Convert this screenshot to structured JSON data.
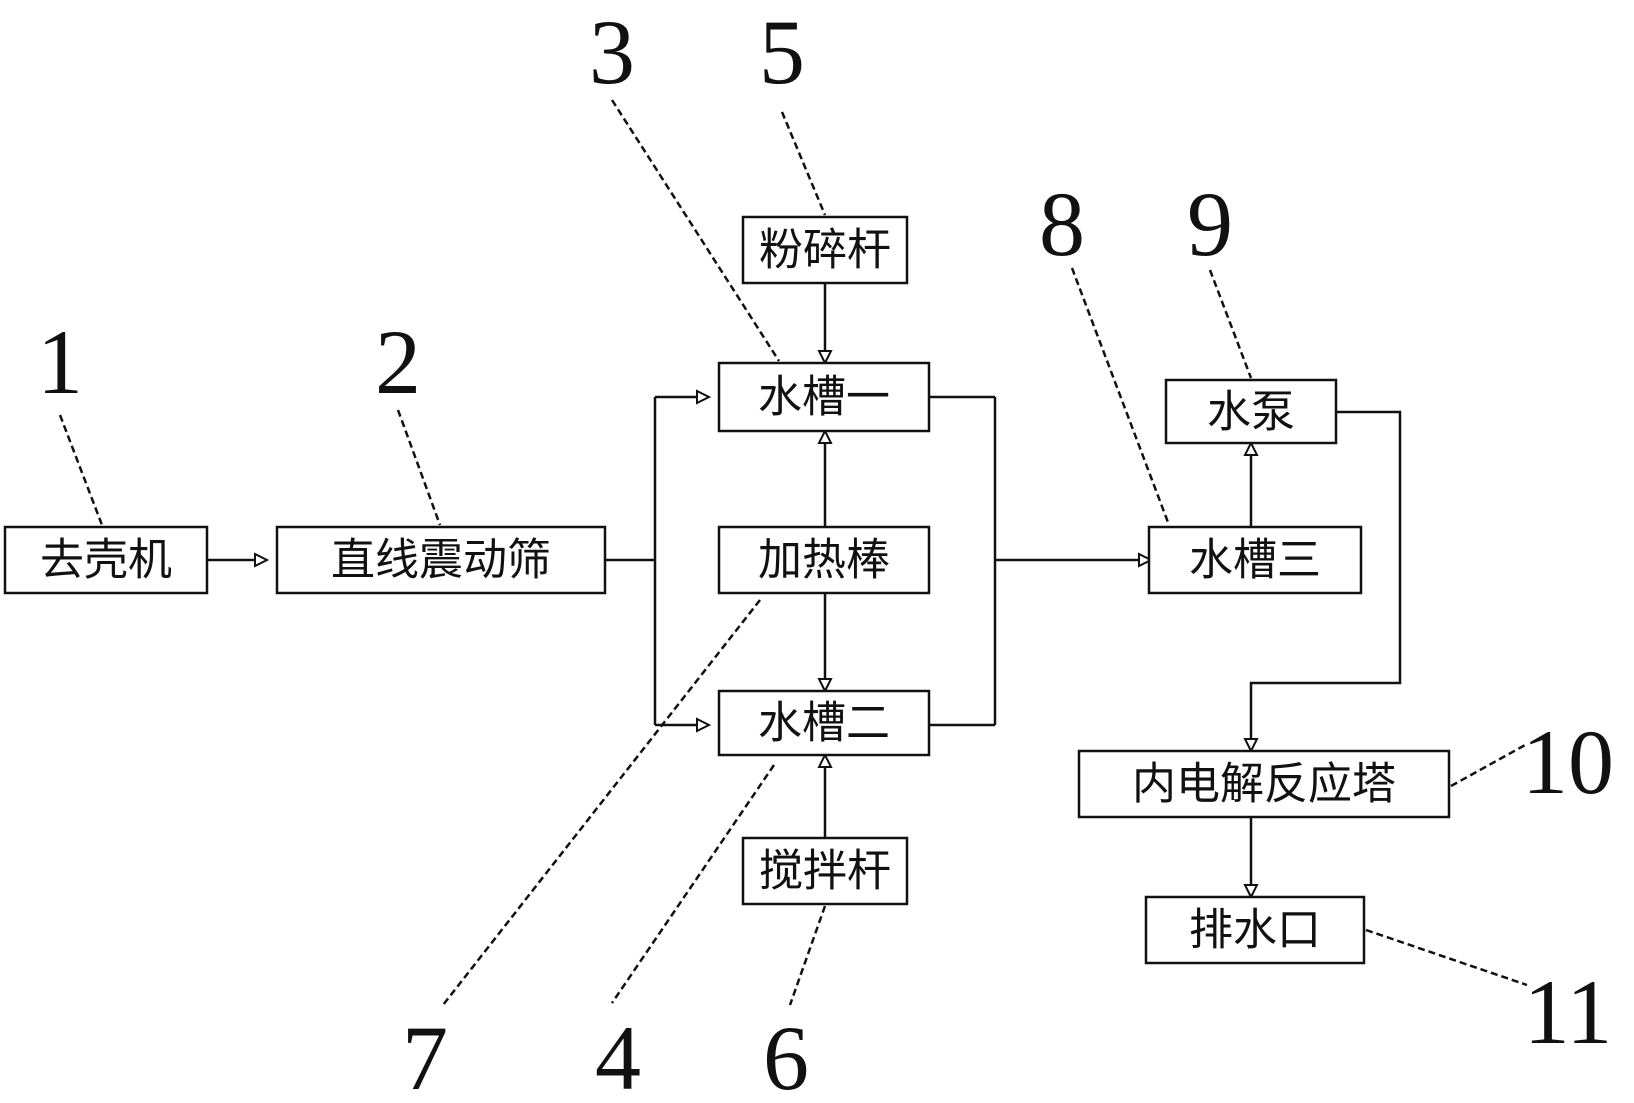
{
  "components": {
    "sheller": "去壳机",
    "screen": "直线震动筛",
    "tank1": "水槽一",
    "tank2": "水槽二",
    "heater": "加热棒",
    "crusher": "粉碎杆",
    "stirrer": "搅拌杆",
    "tank3": "水槽三",
    "pump": "水泵",
    "reactor": "内电解反应塔",
    "outlet": "排水口"
  },
  "callouts": {
    "n1": "1",
    "n2": "2",
    "n3": "3",
    "n4": "4",
    "n5": "5",
    "n6": "6",
    "n7": "7",
    "n8": "8",
    "n9": "9",
    "n10": "10",
    "n11": "11"
  }
}
